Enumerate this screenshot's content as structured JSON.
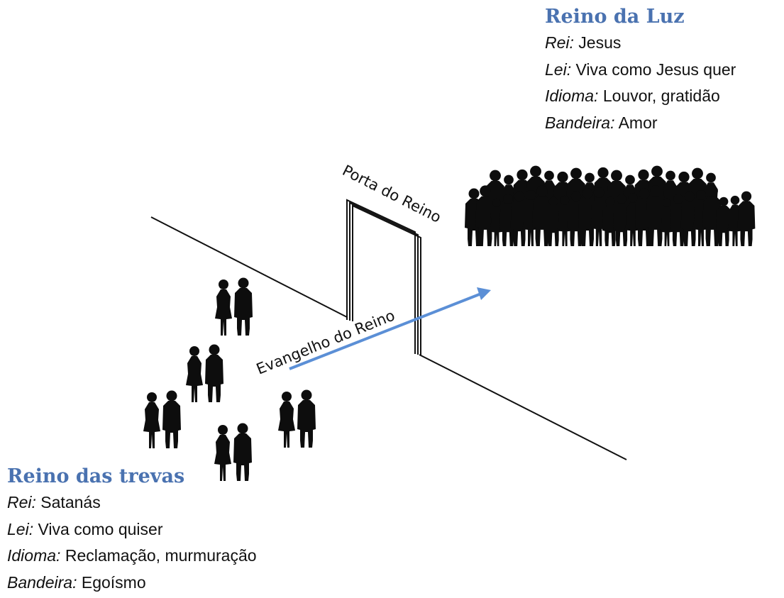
{
  "light_kingdom": {
    "title": "Reino da Luz",
    "rows": [
      {
        "key": "Rei:",
        "value": " Jesus"
      },
      {
        "key": "Lei:",
        "value": " Viva como Jesus quer"
      },
      {
        "key": "Idioma:",
        "value": " Louvor, gratidão"
      },
      {
        "key": "Bandeira:",
        "value": " Amor"
      }
    ]
  },
  "dark_kingdom": {
    "title": "Reino das trevas",
    "rows": [
      {
        "key": "Rei:",
        "value": " Satanás"
      },
      {
        "key": "Lei:",
        "value": " Viva como quiser"
      },
      {
        "key": "Idioma:",
        "value": " Reclamação, murmuração"
      },
      {
        "key": "Bandeira:",
        "value": " Egoísmo"
      }
    ]
  },
  "door_label": "Porta do Reino",
  "arrow_label": "Evangelho do Reino",
  "colors": {
    "title": "#4a72b0",
    "arrow": "#5b8fd6",
    "silhouette": "#0d0d0d"
  }
}
